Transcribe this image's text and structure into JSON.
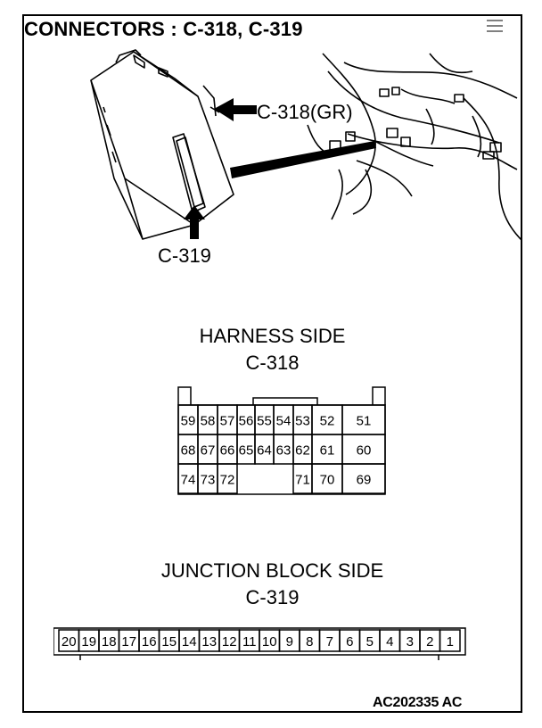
{
  "title": "CONNECTORS : C-318, C-319",
  "callouts": {
    "c318_gr": "C-318(GR)",
    "c319": "C-319"
  },
  "harness_side": {
    "heading": "HARNESS SIDE",
    "connector": "C-318",
    "rows": [
      [
        "59",
        "58",
        "57",
        "56",
        "55",
        "54",
        "53",
        "52",
        "51"
      ],
      [
        "68",
        "67",
        "66",
        "65",
        "64",
        "63",
        "62",
        "61",
        "60"
      ],
      [
        "74",
        "73",
        "72",
        "",
        "",
        "",
        "71",
        "70",
        "69"
      ]
    ]
  },
  "junction_block_side": {
    "heading": "JUNCTION BLOCK SIDE",
    "connector": "C-319",
    "pins": [
      "20",
      "19",
      "18",
      "17",
      "16",
      "15",
      "14",
      "13",
      "12",
      "11",
      "10",
      "9",
      "8",
      "7",
      "6",
      "5",
      "4",
      "3",
      "2",
      "1"
    ]
  },
  "figure_code": "AC202335 AC"
}
